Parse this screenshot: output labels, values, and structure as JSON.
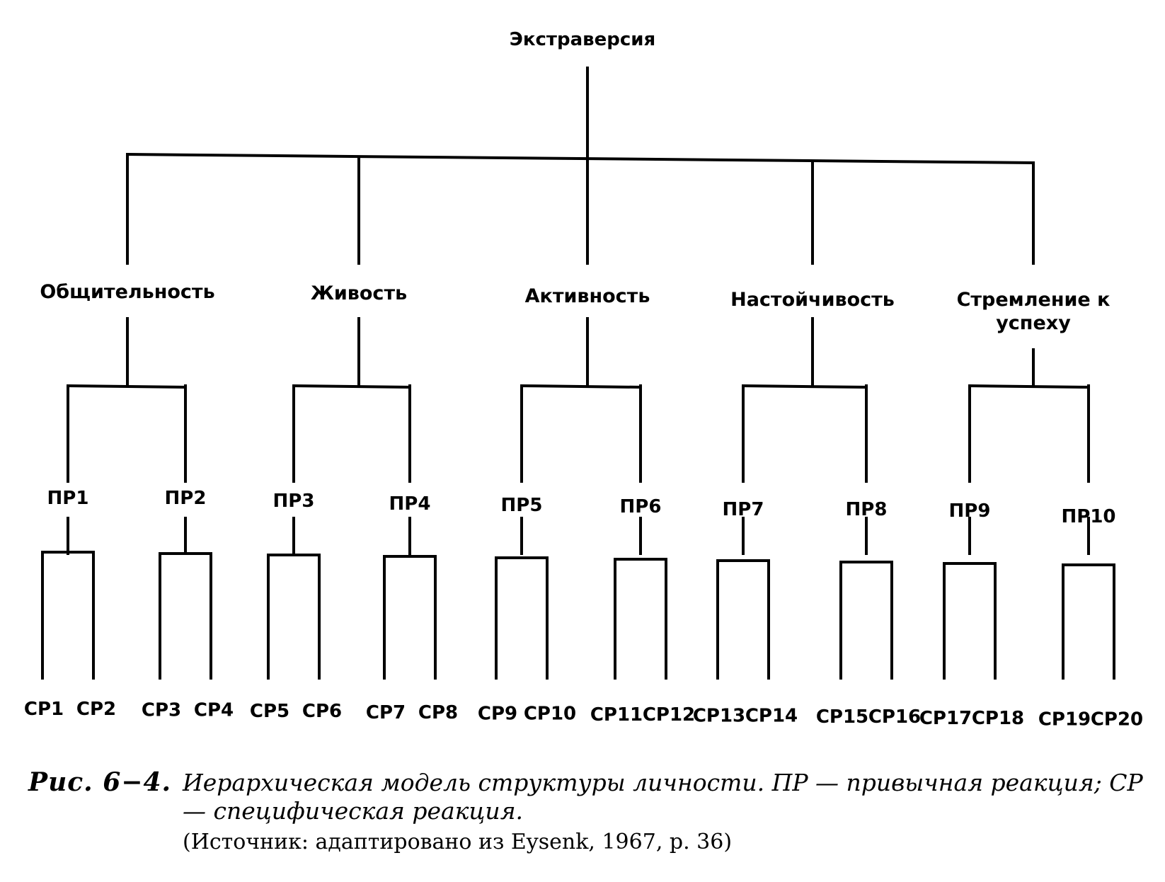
{
  "root": {
    "label": "Экстраверсия"
  },
  "traits": [
    {
      "label": "Общительность",
      "habits": [
        {
          "label": "ПР1",
          "specific": [
            "СР1",
            "СР2"
          ]
        },
        {
          "label": "ПР2",
          "specific": [
            "СР3",
            "СР4"
          ]
        }
      ]
    },
    {
      "label": "Живость",
      "habits": [
        {
          "label": "ПР3",
          "specific": [
            "СР5",
            "СР6"
          ]
        },
        {
          "label": "ПР4",
          "specific": [
            "СР7",
            "СР8"
          ]
        }
      ]
    },
    {
      "label": "Активность",
      "habits": [
        {
          "label": "ПР5",
          "specific": [
            "СР9",
            "СР10"
          ]
        },
        {
          "label": "ПР6",
          "specific": [
            "СР11",
            "СР12"
          ]
        }
      ]
    },
    {
      "label": "Настойчивость",
      "habits": [
        {
          "label": "ПР7",
          "specific": [
            "СР13",
            "СР14"
          ]
        },
        {
          "label": "ПР8",
          "specific": [
            "СР15",
            "СР16"
          ]
        }
      ]
    },
    {
      "label": "Стремление к успеху",
      "habits": [
        {
          "label": "ПР9",
          "specific": [
            "СР17",
            "СР18"
          ]
        },
        {
          "label": "ПР10",
          "specific": [
            "СР19",
            "СР20"
          ]
        }
      ]
    }
  ],
  "caption": {
    "number": "Рис. 6−4.",
    "text": "Иерархическая модель структуры личности. ПР — привычная реакция; СР — специфическая реакция.",
    "source": "(Источник: адаптировано из Eysenk, 1967, p. 36)"
  }
}
